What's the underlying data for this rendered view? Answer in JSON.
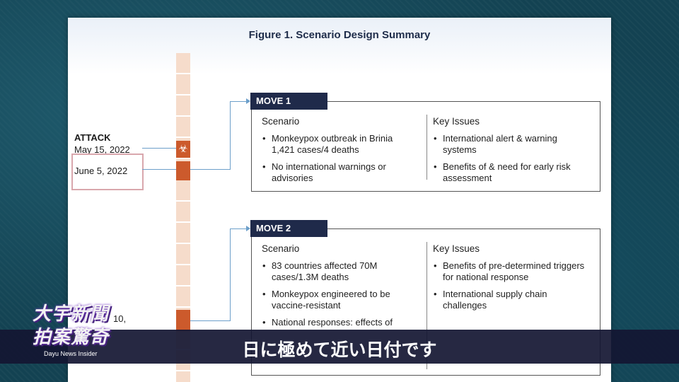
{
  "figure": {
    "title": "Figure 1. Scenario Design Summary"
  },
  "timeline": {
    "attack_label": "ATTACK",
    "attack_date": "May 15, 2022",
    "highlight_date": "June 5, 2022",
    "partial_date": "10,",
    "biohazard_symbol": "☣"
  },
  "moves": [
    {
      "tag": "MOVE 1",
      "scenario_head": "Scenario",
      "issues_head": "Key Issues",
      "scenario_items": [
        "Monkeypox outbreak in Brinia 1,421 cases/4 deaths",
        "No international warnings or advisories"
      ],
      "issues_items": [
        "International alert & warning systems",
        "Benefits of & need for early risk assessment"
      ]
    },
    {
      "tag": "MOVE 2",
      "scenario_head": "Scenario",
      "issues_head": "Key Issues",
      "scenario_items": [
        "83 countries affected 70M cases/1.3M deaths",
        "Monkeypox engineered to be vaccine-resistant",
        "National responses: effects of"
      ],
      "issues_items": [
        "Benefits of pre-determined triggers for national response",
        "International supply chain challenges"
      ]
    }
  ],
  "logo": {
    "line1": "大宇新聞",
    "line2": "拍案驚奇",
    "sub": "Dayu News Insider"
  },
  "subtitle": "日に極めて近い日付です"
}
